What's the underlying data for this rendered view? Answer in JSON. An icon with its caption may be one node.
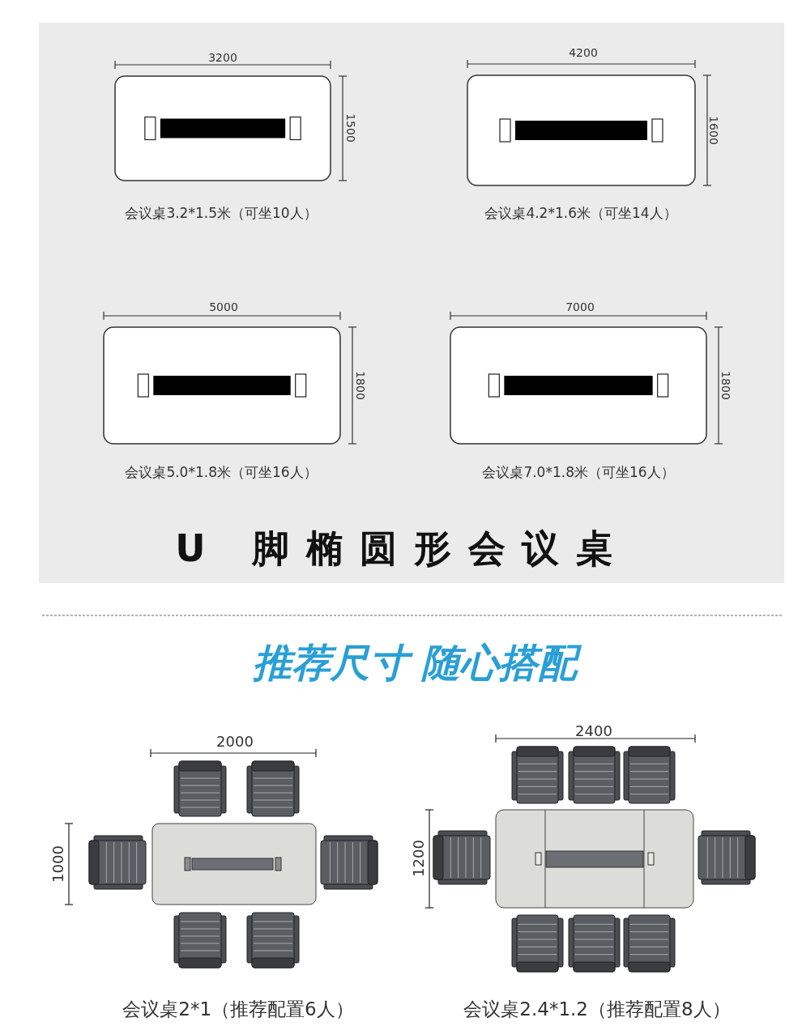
{
  "diagram": {
    "labels": [
      "3200",
      "1500",
      "会议桌3.2*1.5米（可坐10人）",
      "4200",
      "1600",
      "会议桌4.2*1.6米（可坐14人）",
      "5000",
      "1800",
      "会议桌5.0*1.8米（可坐16人）",
      "7000",
      "1800",
      "会议桌7.0*1.8米（可坐16人）",
      "U 脚椭圆形会议桌",
      "推荐尺寸 随心搭配",
      "2000",
      "1000",
      "会议桌2*1（推荐配置6人）",
      "2400",
      "1200",
      "会议桌2.4*1.2（推荐配置8人）"
    ]
  }
}
